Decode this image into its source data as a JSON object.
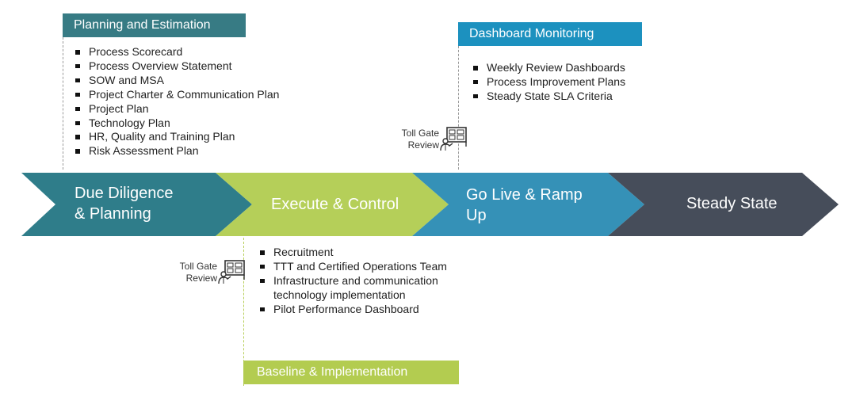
{
  "planning": {
    "header": "Planning and Estimation",
    "items": [
      "Process Scorecard",
      "Process Overview Statement",
      "SOW and MSA",
      "Project Charter & Communication Plan",
      "Project Plan",
      "Technology Plan",
      "HR, Quality and Training Plan",
      "Risk Assessment Plan"
    ]
  },
  "monitoring": {
    "header": "Dashboard Monitoring",
    "items": [
      "Weekly Review Dashboards",
      "Process Improvement Plans",
      "Steady State SLA Criteria"
    ]
  },
  "baseline": {
    "header": "Baseline & Implementation",
    "items": [
      "Recruitment",
      "TTT and Certified Operations Team",
      "Infrastructure and communication technology implementation",
      "Pilot Performance Dashboard"
    ]
  },
  "toll_gates": [
    {
      "line1": "Toll Gate",
      "line2": "Review",
      "icon": "presenter-board-icon"
    },
    {
      "line1": "Toll Gate",
      "line2": "Review",
      "icon": "presenter-board-icon"
    }
  ],
  "phases": [
    {
      "line1": "Due Diligence",
      "line2": "& Planning",
      "color": "#2f7d8a"
    },
    {
      "line1": "Execute & Control",
      "line2": "",
      "color": "#b5cf59"
    },
    {
      "line1": "Go Live & Ramp",
      "line2": "Up",
      "color": "#3591b7"
    },
    {
      "line1": "Steady State",
      "line2": "",
      "color": "#464d5a"
    }
  ],
  "colors": {
    "planning_header": "#377b84",
    "monitoring_header": "#1c91bf",
    "baseline_header": "#b3cc50"
  }
}
